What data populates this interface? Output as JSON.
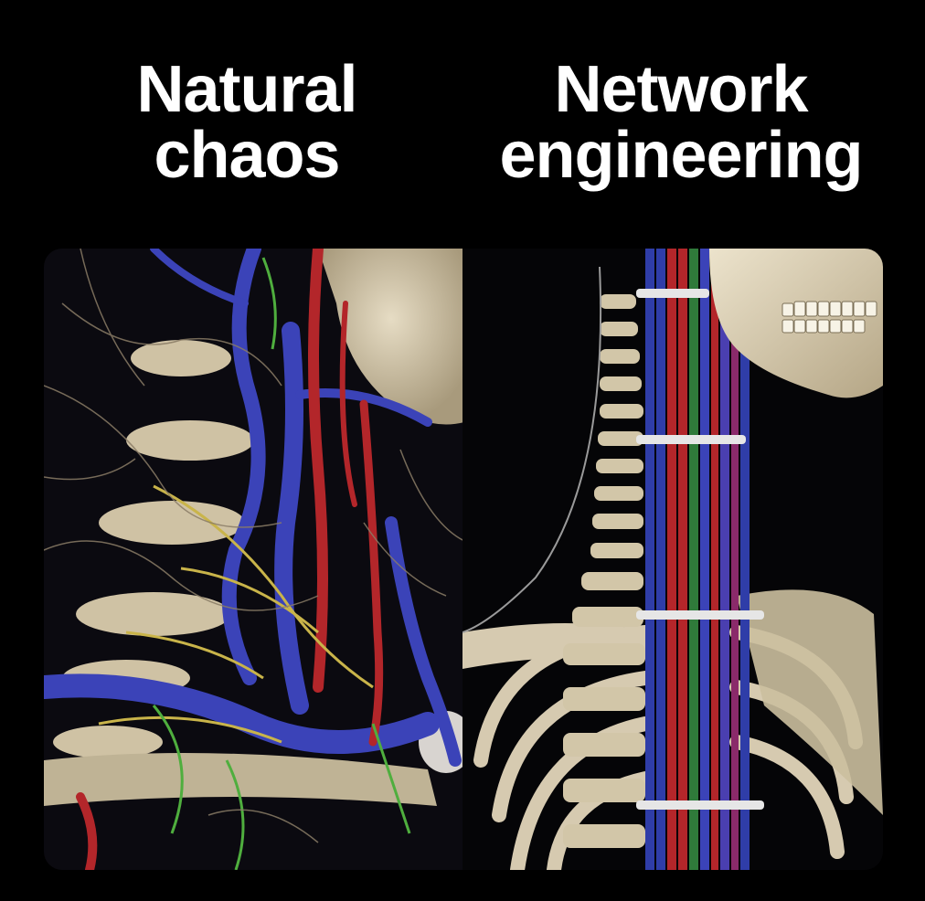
{
  "captions": {
    "left": {
      "line1": "Natural",
      "line2": "chaos"
    },
    "right": {
      "line1": "Network",
      "line2": "engineering"
    }
  },
  "colors": {
    "background": "#000000",
    "bone": "#d9ccb0",
    "vein": "#3b43b8",
    "artery": "#b3262a",
    "nerve": "#c9b44a",
    "lymph": "#4fae3e",
    "cable_green": "#2f7a3a",
    "tie": "#e6e6e6"
  },
  "panels": {
    "left": {
      "subject": "tangled-vessels-nerves"
    },
    "right": {
      "subject": "neatly-bundled-cables"
    }
  }
}
